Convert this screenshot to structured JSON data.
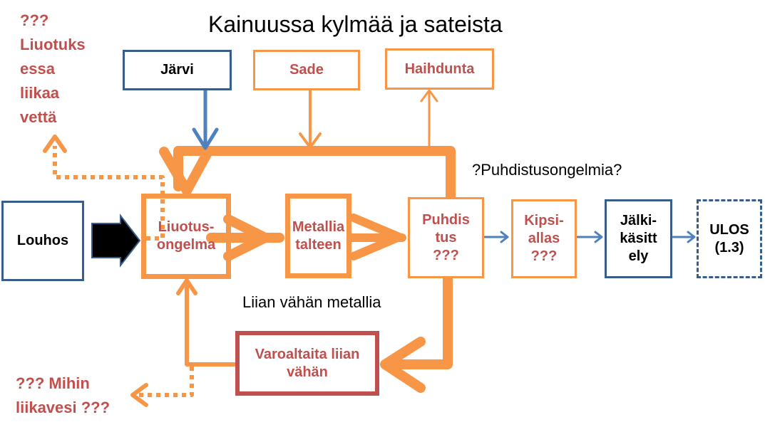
{
  "title": "Kainuussa kylmää ja sateista",
  "colors": {
    "orange": "#F79646",
    "red": "#C0504D",
    "blue": "#4F81BD",
    "dark_blue": "#385D8A"
  },
  "boxes": {
    "jarvi": "Järvi",
    "sade": "Sade",
    "haihdunta": "Haihdunta",
    "louhos": "Louhos",
    "liuotus": [
      "Liuotus-",
      "ongelma"
    ],
    "metallia": [
      "Metallia",
      "talteen"
    ],
    "puhdistus": [
      "Puhdis",
      "tus",
      "???"
    ],
    "kipsi": [
      "Kipsi-",
      "allas",
      "???"
    ],
    "jalki": [
      "Jälki-",
      "käsitt",
      "ely"
    ],
    "ulos": [
      "ULOS",
      "(1.3)"
    ],
    "varoaltaita": [
      "Varoaltaita liian",
      "vähän"
    ]
  },
  "notes": {
    "top_left": [
      "???",
      "Liuotuks",
      "essa",
      "liikaa",
      "vettä"
    ],
    "puhdistusongelmia": "?Puhdistusongelmia?",
    "liian_vahan": "Liian vähän metallia",
    "bottom_left": [
      "??? Mihin",
      "liikavesi ???"
    ]
  }
}
